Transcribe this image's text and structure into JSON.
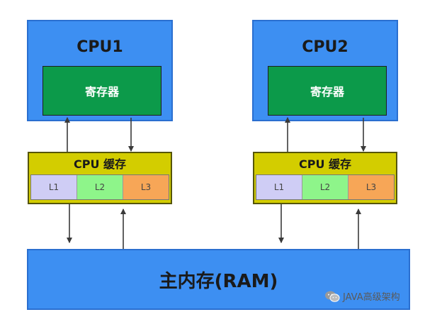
{
  "cpus": [
    {
      "title": "CPU1",
      "register": "寄存器",
      "cache_title": "CPU 缓存",
      "levels": [
        "L1",
        "L2",
        "L3"
      ]
    },
    {
      "title": "CPU2",
      "register": "寄存器",
      "cache_title": "CPU 缓存",
      "levels": [
        "L1",
        "L2",
        "L3"
      ]
    }
  ],
  "ram": {
    "label": "主内存(RAM)"
  },
  "watermark": {
    "text": "JAVA高级架构",
    "icon": "wechat-icon"
  },
  "colors": {
    "cpu_fill": "#3d8ff2",
    "register_fill": "#0c9a4a",
    "cache_fill": "#d3cd00",
    "l1": "#cfcdf5",
    "l2": "#8ef58a",
    "l3": "#f7a657",
    "ram_fill": "#3d8ff2"
  }
}
